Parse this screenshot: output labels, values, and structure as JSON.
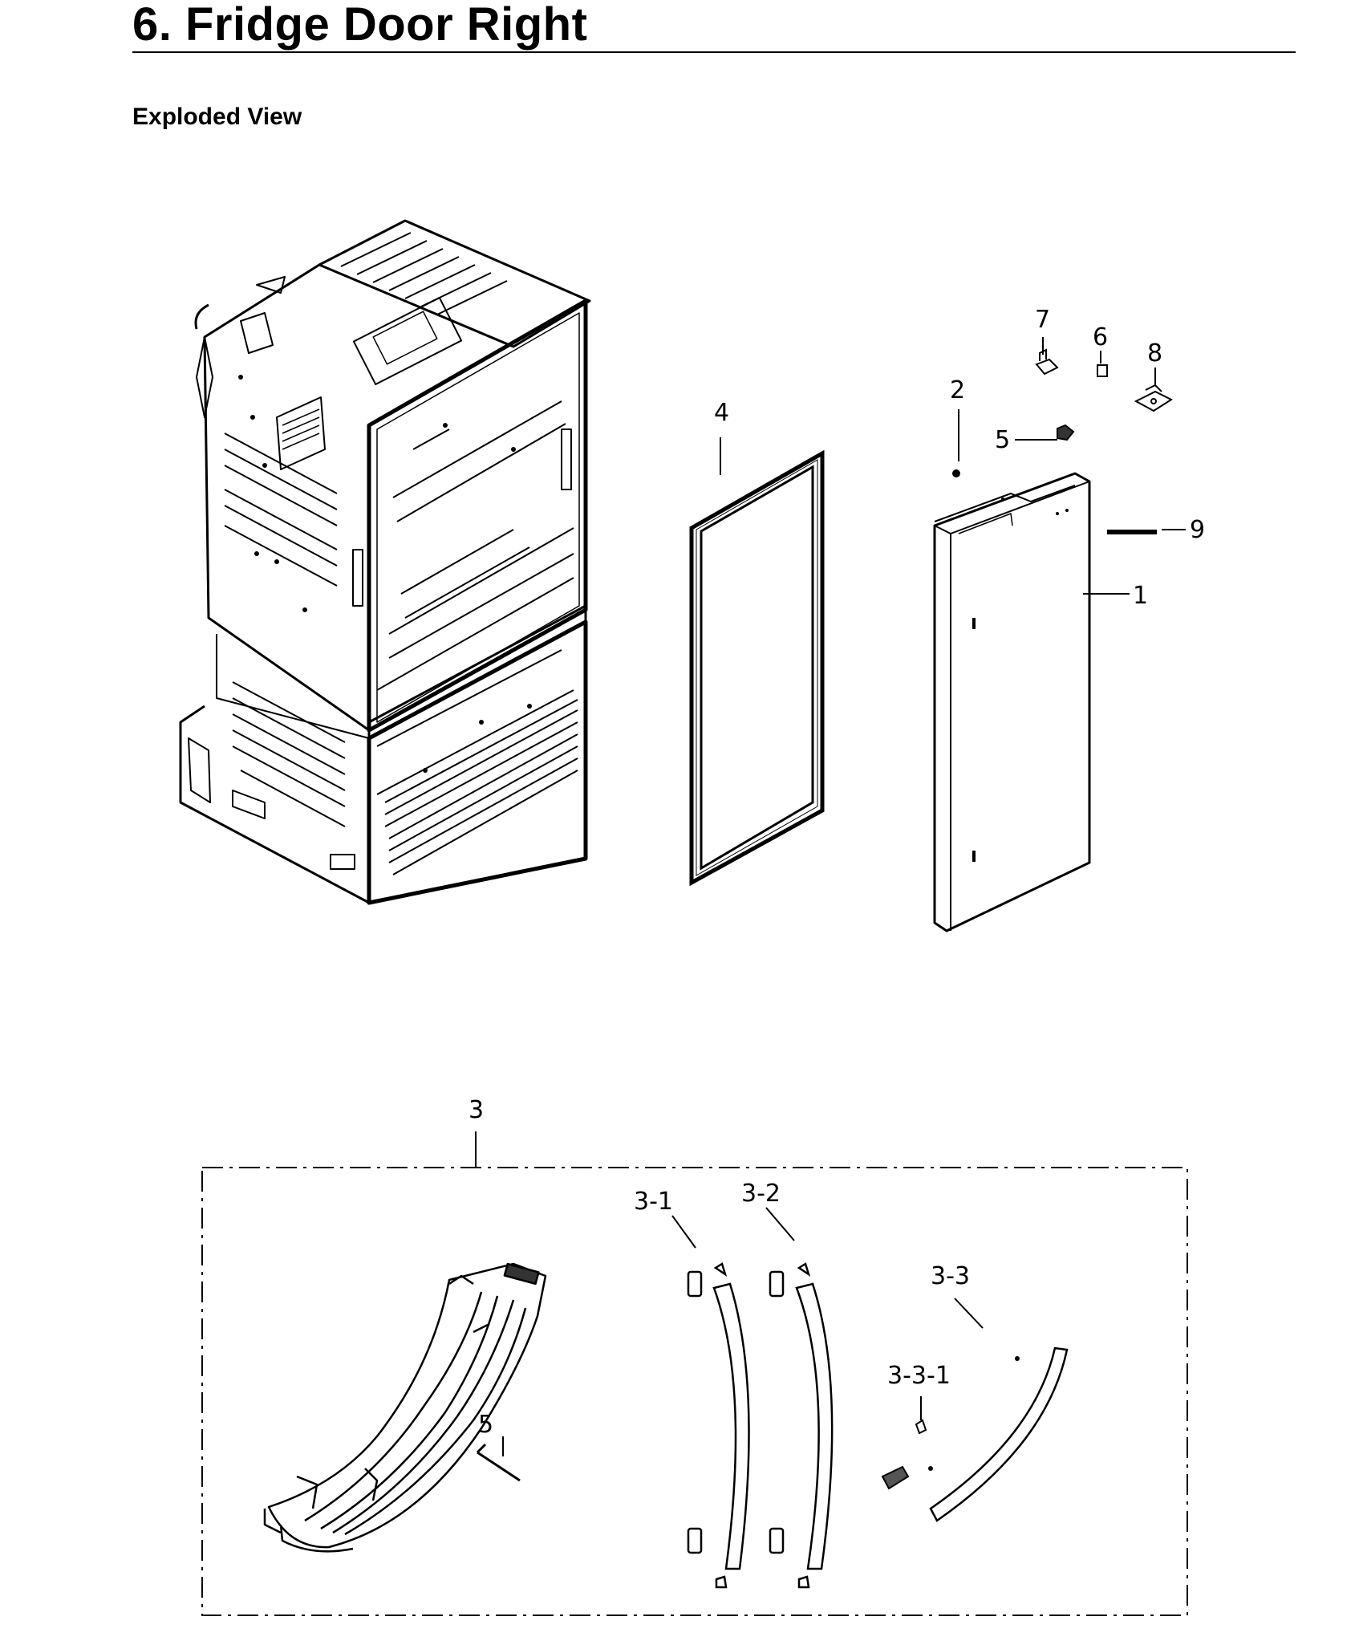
{
  "header": {
    "section_title": "6.  Fridge Door Right",
    "subtitle": "Exploded View"
  },
  "callouts": {
    "door": "1",
    "cap": "2",
    "handle_assy": "3",
    "handle_body": "3-1",
    "handle_trim": "3-2",
    "handle_bar": "3-3",
    "handle_bar_screw": "3-3-1",
    "gasket": "4",
    "screw_top": "5",
    "screw_handle": "5",
    "hinge_cover": "6",
    "hinge_bushing": "7",
    "hinge_bracket": "8",
    "logo_badge": "9"
  }
}
